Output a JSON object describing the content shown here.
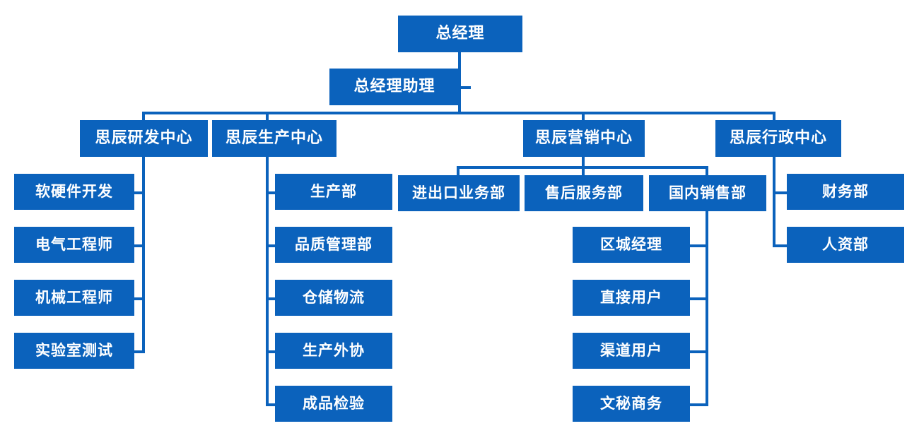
{
  "chart_title": "",
  "colors": {
    "node_fill": "#0B62BC",
    "node_text": "#FFFFFF",
    "connector": "#0B62BC",
    "background": "#FFFFFF"
  },
  "org": {
    "root": {
      "label": "总经理"
    },
    "assistant": {
      "label": "总经理助理"
    },
    "centers": [
      {
        "id": "rd",
        "label": "思辰研发中心",
        "children": [
          {
            "label": "软硬件开发"
          },
          {
            "label": "电气工程师"
          },
          {
            "label": "机械工程师"
          },
          {
            "label": "实验室测试"
          }
        ]
      },
      {
        "id": "production",
        "label": "思辰生产中心",
        "children": [
          {
            "label": "生产部"
          },
          {
            "label": "品质管理部"
          },
          {
            "label": "仓储物流"
          },
          {
            "label": "生产外协"
          },
          {
            "label": "成品检验"
          }
        ]
      },
      {
        "id": "marketing",
        "label": "思辰营销中心",
        "children": [
          {
            "label": "进出口业务部"
          },
          {
            "label": "售后服务部"
          },
          {
            "label": "国内销售部",
            "children": [
              {
                "label": "区城经理"
              },
              {
                "label": "直接用户"
              },
              {
                "label": "渠道用户"
              },
              {
                "label": "文秘商务"
              }
            ]
          }
        ]
      },
      {
        "id": "admin",
        "label": "思辰行政中心",
        "children": [
          {
            "label": "财务部"
          },
          {
            "label": "人资部"
          }
        ]
      }
    ]
  }
}
